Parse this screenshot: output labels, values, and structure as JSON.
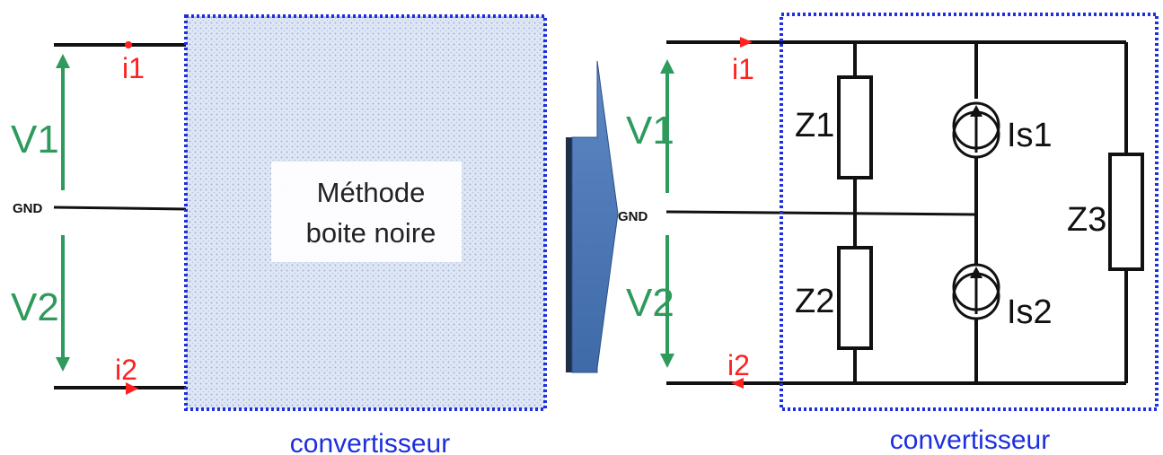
{
  "left_circuit": {
    "current_top": "i1",
    "current_bottom": "i2",
    "voltage_top": "V1",
    "voltage_bottom": "V2",
    "ground": "GND",
    "box_text_line1": "Méthode",
    "box_text_line2": "boite noire",
    "caption": "convertisseur"
  },
  "right_circuit": {
    "current_top": "i1",
    "current_bottom": "i2",
    "voltage_top": "V1",
    "voltage_bottom": "V2",
    "ground": "GND",
    "impedances": [
      "Z1",
      "Z2",
      "Z3"
    ],
    "sources": [
      "Is1",
      "Is2"
    ],
    "caption": "convertisseur"
  },
  "colors": {
    "voltage": "#2e9a5c",
    "current": "#ff2020",
    "box_border": "#1d2fe0",
    "box_fill": "#d6e2f4",
    "transform_arrow": "#4a76b4"
  }
}
